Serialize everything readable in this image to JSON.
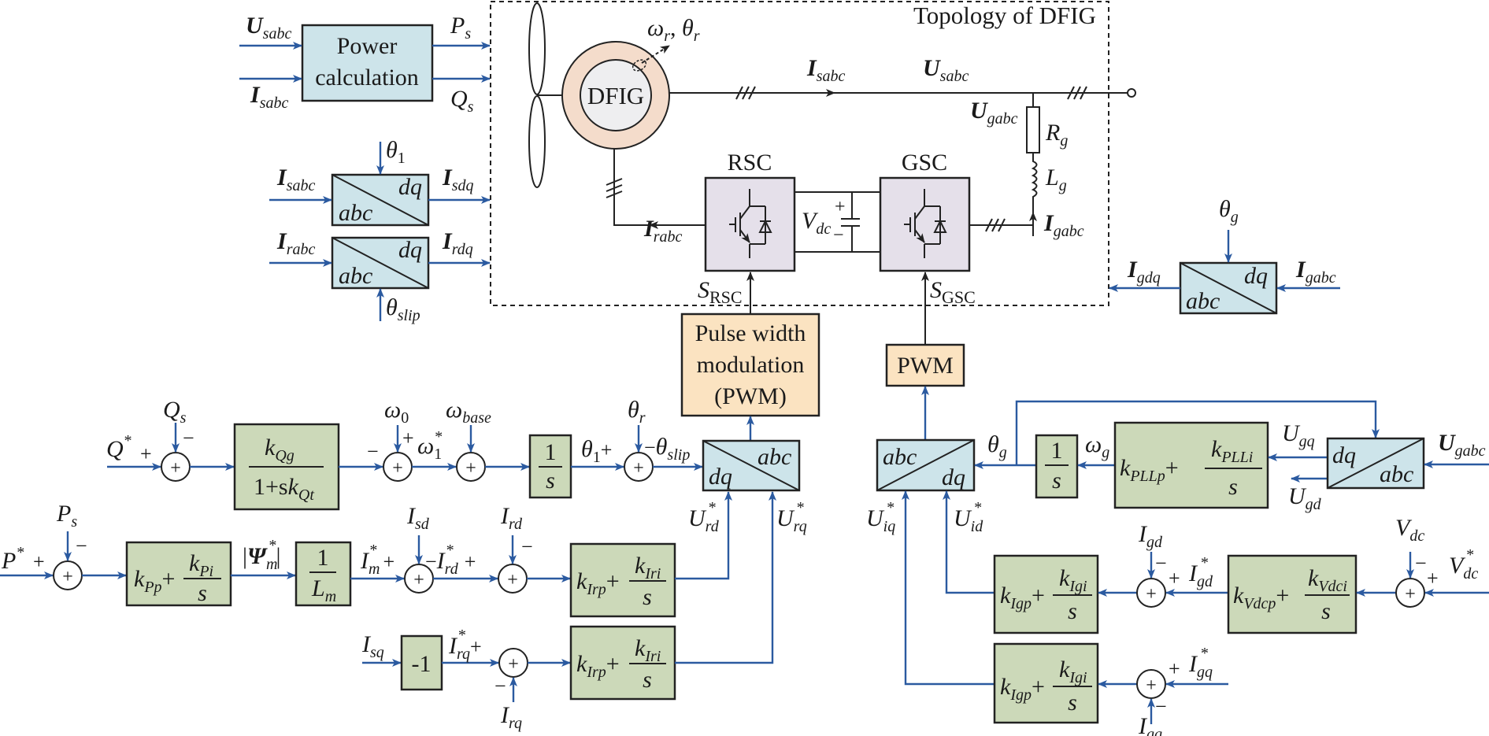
{
  "colors": {
    "signal": "#2b5aa0",
    "transform_block": "#cde4ea",
    "gain_block": "#ccd9b9",
    "pwm_block": "#fbe3c1",
    "converter_block": "#e5e0ea",
    "generator_outer": "#f4dccb",
    "generator_inner": "#eeeef0"
  },
  "topology": {
    "title": "Topology of DFIG",
    "generator": "DFIG",
    "rotor_signals": {
      "a": "ω",
      "a_sub": "r",
      "sep": ", ",
      "b": "θ",
      "b_sub": "r"
    },
    "stator_current": {
      "main": "I",
      "sub": "sabc"
    },
    "stator_voltage": {
      "main": "U",
      "sub": "sabc"
    },
    "grid_voltage": {
      "main": "U",
      "sub": "gabc"
    },
    "resistor": {
      "main": "R",
      "sub": "g"
    },
    "inductor": {
      "main": "L",
      "sub": "g"
    },
    "grid_current": {
      "main": "I",
      "sub": "gabc"
    },
    "rotor_current": {
      "main": "I",
      "sub": "rabc"
    },
    "rsc": "RSC",
    "gsc": "GSC",
    "dc_voltage": {
      "main": "V",
      "sub": "dc",
      "plus": "+",
      "minus": "−"
    },
    "s_rsc": {
      "main": "S",
      "sub": "RSC"
    },
    "s_gsc": {
      "main": "S",
      "sub": "GSC"
    }
  },
  "power_calc": {
    "line1": "Power",
    "line2": "calculation",
    "in1": {
      "main": "U",
      "sub": "sabc"
    },
    "in2": {
      "main": "I",
      "sub": "sabc"
    },
    "out1": {
      "main": "P",
      "sub": "s"
    },
    "out2": {
      "main": "Q",
      "sub": "s"
    }
  },
  "stator_transform": {
    "in": {
      "main": "I",
      "sub": "sabc"
    },
    "out": {
      "main": "I",
      "sub": "sdq"
    },
    "angle": {
      "main": "θ",
      "sub": "1"
    },
    "from": "abc",
    "to": "dq"
  },
  "rotor_transform": {
    "in": {
      "main": "I",
      "sub": "rabc"
    },
    "out": {
      "main": "I",
      "sub": "rdq"
    },
    "angle": {
      "main": "θ",
      "sub": "slip"
    },
    "from": "abc",
    "to": "dq"
  },
  "grid_current_transform": {
    "in": {
      "main": "I",
      "sub": "gabc"
    },
    "out": {
      "main": "I",
      "sub": "gdq"
    },
    "angle": {
      "main": "θ",
      "sub": "g"
    },
    "from": "abc",
    "to": "dq"
  },
  "rsc_control": {
    "pwm": [
      "Pulse width",
      "modulation",
      "(PWM)"
    ],
    "q_ref": {
      "main": "Q",
      "sup": "*"
    },
    "q_meas": {
      "main": "Q",
      "sub": "s"
    },
    "kq_num": {
      "main": "k",
      "sub": "Qg"
    },
    "kq_den": {
      "pre": "1+s",
      "main": "k",
      "sub": "Qt"
    },
    "w0": {
      "main": "ω",
      "sub": "0"
    },
    "w1": {
      "main": "ω",
      "sub": "1",
      "sup": "*"
    },
    "wbase": {
      "main": "ω",
      "sub": "base"
    },
    "integrator": {
      "num": "1",
      "den": "s"
    },
    "theta1": {
      "main": "θ",
      "sub": "1"
    },
    "theta_r": {
      "main": "θ",
      "sub": "r"
    },
    "theta_slip": {
      "main": "θ",
      "sub": "slip"
    },
    "dq_abc": {
      "from": "dq",
      "to": "abc"
    },
    "p_ref": {
      "main": "P",
      "sup": "*"
    },
    "p_meas": {
      "main": "P",
      "sub": "s"
    },
    "kp": {
      "p": "k",
      "p_sub": "Pp",
      "i": "k",
      "i_sub": "Pi",
      "den": "s"
    },
    "psi": {
      "main": "Ψ",
      "sub": "m",
      "sup": "*"
    },
    "lm": {
      "num": "1",
      "main": "L",
      "sub": "m"
    },
    "im": {
      "main": "I",
      "sub": "m",
      "sup": "*"
    },
    "isd": {
      "main": "I",
      "sub": "sd"
    },
    "ird_ref": {
      "main": "I",
      "sub": "rd",
      "sup": "*"
    },
    "ird": {
      "main": "I",
      "sub": "rd"
    },
    "kir": {
      "p": "k",
      "p_sub": "Irp",
      "i": "k",
      "i_sub": "Iri",
      "den": "s"
    },
    "isq": {
      "main": "I",
      "sub": "sq"
    },
    "neg_gain": "-1",
    "irq_ref": {
      "main": "I",
      "sub": "rq",
      "sup": "*"
    },
    "irq": {
      "main": "I",
      "sub": "rq"
    },
    "urd": {
      "main": "U",
      "sub": "rd",
      "sup": "*"
    },
    "urq": {
      "main": "U",
      "sub": "rq",
      "sup": "*"
    }
  },
  "gsc_control": {
    "pwm": "PWM",
    "abc_dq": {
      "from": "abc",
      "to": "dq"
    },
    "theta_g": {
      "main": "θ",
      "sub": "g"
    },
    "integrator": {
      "num": "1",
      "den": "s"
    },
    "omega_g": {
      "main": "ω",
      "sub": "g"
    },
    "kpll": {
      "p": "k",
      "p_sub": "PLLp",
      "i": "k",
      "i_sub": "PLLi",
      "den": "s"
    },
    "ugq": {
      "main": "U",
      "sub": "gq"
    },
    "ugd": {
      "main": "U",
      "sub": "gd"
    },
    "ugabc": {
      "main": "U",
      "sub": "gabc"
    },
    "grid_dq": {
      "from": "abc",
      "to": "dq"
    },
    "uiq": {
      "main": "U",
      "sub": "iq",
      "sup": "*"
    },
    "uid": {
      "main": "U",
      "sub": "id",
      "sup": "*"
    },
    "igd": {
      "main": "I",
      "sub": "gd"
    },
    "igd_ref": {
      "main": "I",
      "sub": "gd",
      "sup": "*"
    },
    "igq": {
      "main": "I",
      "sub": "gq"
    },
    "igq_ref": {
      "main": "I",
      "sub": "gq",
      "sup": "*"
    },
    "kig": {
      "p": "k",
      "p_sub": "Igp",
      "i": "k",
      "i_sub": "Igi",
      "den": "s"
    },
    "kvdc": {
      "p": "k",
      "p_sub": "Vdcp",
      "i": "k",
      "i_sub": "Vdci",
      "den": "s"
    },
    "vdc": {
      "main": "V",
      "sub": "dc"
    },
    "vdc_ref": {
      "main": "V",
      "sub": "dc",
      "sup": "*"
    }
  },
  "signs": {
    "plus": "+",
    "minus": "−"
  }
}
